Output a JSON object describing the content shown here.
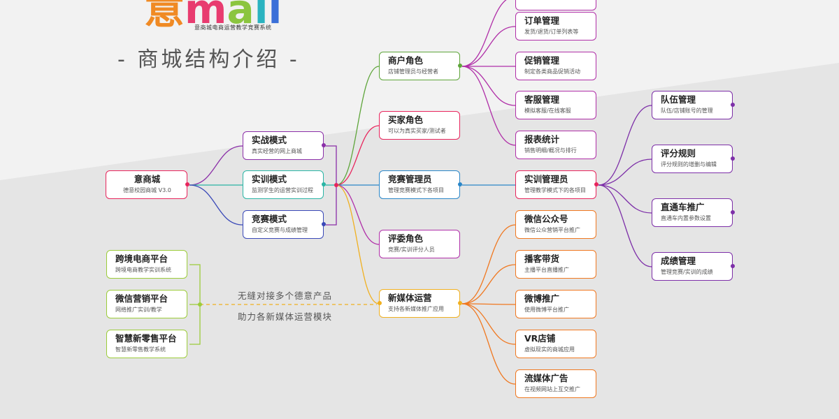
{
  "logo": {
    "letter1": "意",
    "rest": [
      "m",
      "a",
      "l",
      "l"
    ],
    "tagline": "意商城电商运营教学竞赛系统"
  },
  "title": "- 商城结构介绍 -",
  "root": {
    "title": "意商城",
    "sub": "德意校园商城 V3.0",
    "color": "#e8245c"
  },
  "modes": [
    {
      "title": "实战模式",
      "sub": "真实经营的网上商城",
      "color": "#8b2fa8"
    },
    {
      "title": "实训模式",
      "sub": "监测学生的运营实训过程",
      "color": "#2ab5a5"
    },
    {
      "title": "竞赛模式",
      "sub": "自定义竞赛与成绩管理",
      "color": "#3a49b8"
    }
  ],
  "roles": [
    {
      "title": "商户角色",
      "sub": "店铺管理员与经营者",
      "color": "#5ea53a"
    },
    {
      "title": "买家角色",
      "sub": "可以为真实买家/测试者",
      "color": "#e8245c"
    },
    {
      "title": "竞赛管理员",
      "sub": "管理竞赛模式下各项目",
      "color": "#2a86c8"
    },
    {
      "title": "评委角色",
      "sub": "竞赛/实训评分人员",
      "color": "#b02fa8"
    },
    {
      "title": "新媒体运营",
      "sub": "支持各新媒体推广应用",
      "color": "#f0b020"
    }
  ],
  "merchant_items": [
    {
      "title": "订单管理",
      "sub": "发货/退货/订单列表等",
      "color": "#b02fa8"
    },
    {
      "title": "促销管理",
      "sub": "制定各类商品促销活动",
      "color": "#b02fa8"
    },
    {
      "title": "客服管理",
      "sub": "模拟客服/在线客服",
      "color": "#b02fa8"
    },
    {
      "title": "报表统计",
      "sub": "销售明细/概况与排行",
      "color": "#b02fa8"
    }
  ],
  "training_admin": {
    "title": "实训管理员",
    "sub": "管理教学模式下的各项目",
    "color": "#e8245c"
  },
  "admin_items": [
    {
      "title": "队伍管理",
      "sub": "队伍/店铺账号的管理",
      "color": "#7d2fa8"
    },
    {
      "title": "评分规则",
      "sub": "评分规则的增删与编辑",
      "color": "#7d2fa8"
    },
    {
      "title": "直通车推广",
      "sub": "直通车内置参数设置",
      "color": "#7d2fa8"
    },
    {
      "title": "成绩管理",
      "sub": "管理竞赛/实训的成绩",
      "color": "#7d2fa8"
    }
  ],
  "media_items": [
    {
      "title": "微信公众号",
      "sub": "微信公众营销平台推广",
      "color": "#f07820"
    },
    {
      "title": "播客带货",
      "sub": "主播平台直播推广",
      "color": "#f07820"
    },
    {
      "title": "微博推广",
      "sub": "使用微博平台推广",
      "color": "#f07820"
    },
    {
      "title": "VR店铺",
      "sub": "虚拟现实的商城应用",
      "color": "#f07820"
    },
    {
      "title": "流媒体广告",
      "sub": "在视频网站上互交推广",
      "color": "#f07820"
    }
  ],
  "platforms": [
    {
      "title": "跨境电商平台",
      "sub": "跨境电商教学实训系统",
      "color": "#9ccc3a"
    },
    {
      "title": "微信营销平台",
      "sub": "网络推广实训/教学",
      "color": "#9ccc3a"
    },
    {
      "title": "智慧新零售平台",
      "sub": "智慧新零售教学系统",
      "color": "#9ccc3a"
    }
  ],
  "connector": {
    "line1": "无缝对接多个德意产品",
    "line2": "助力各新媒体运营模块"
  }
}
